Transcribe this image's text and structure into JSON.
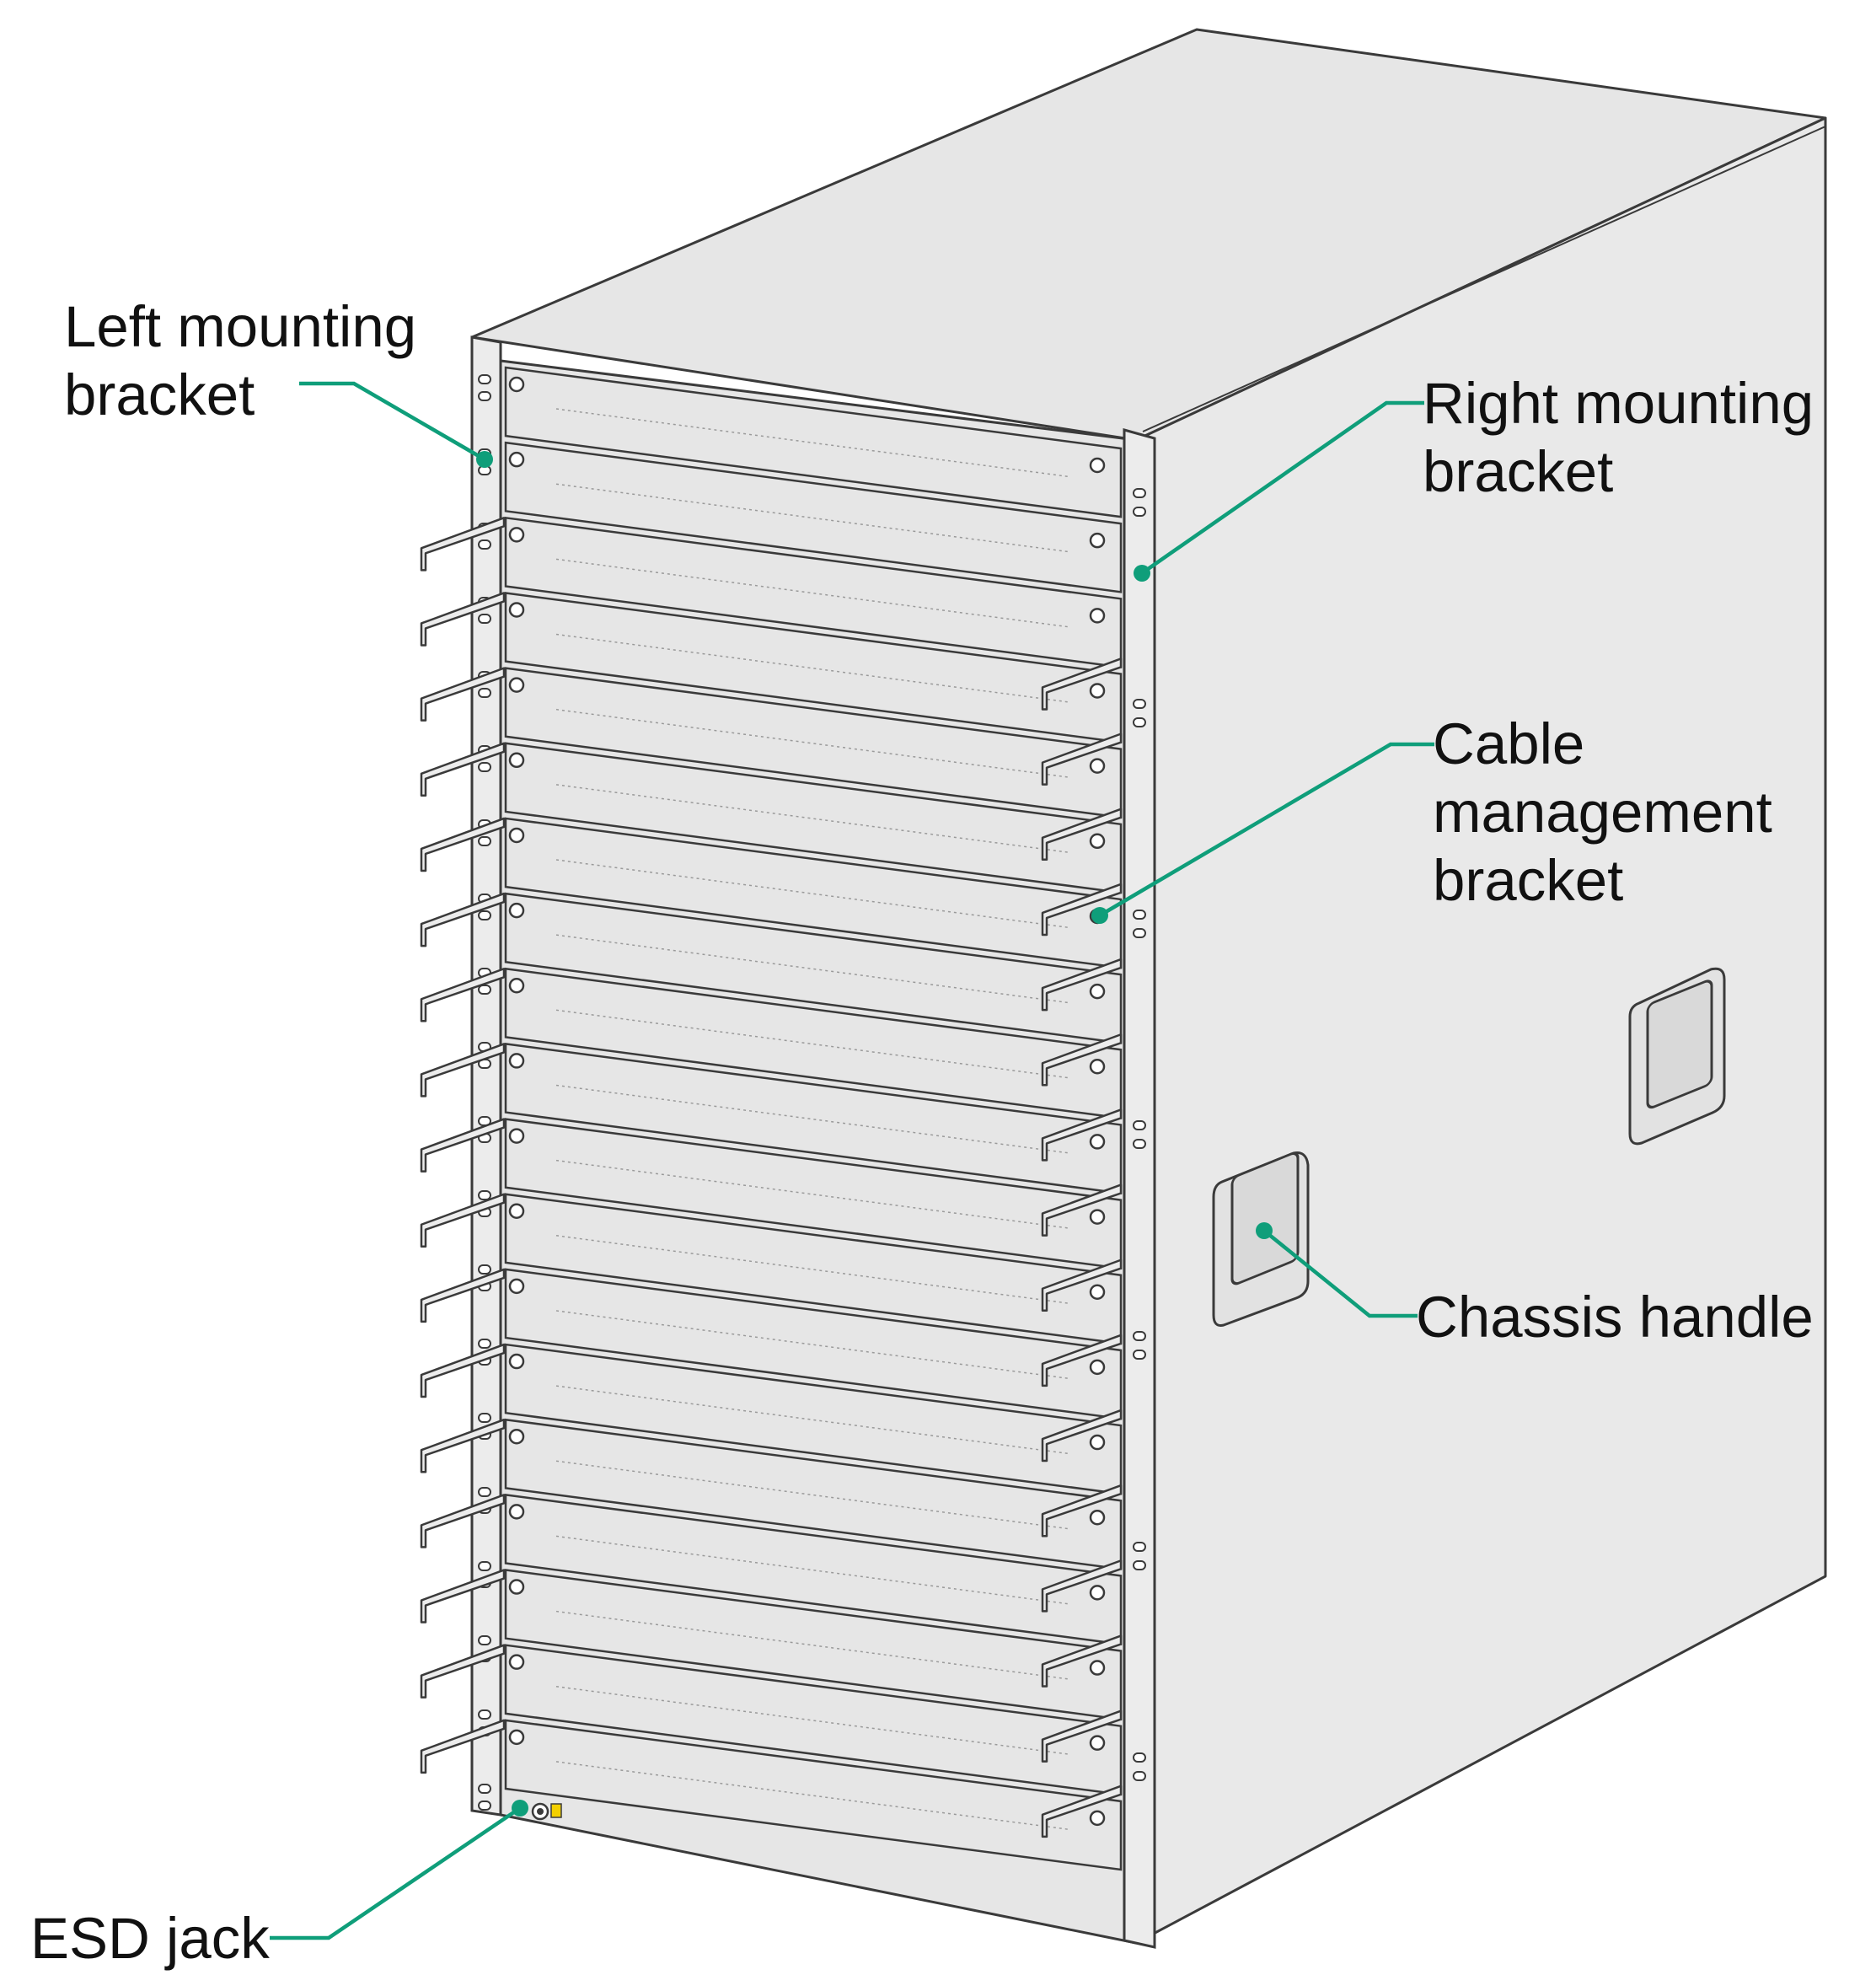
{
  "callouts": {
    "left_mounting_bracket": {
      "line1": "Left mounting",
      "line2": "bracket"
    },
    "right_mounting_bracket": {
      "line1": "Right mounting",
      "line2": "bracket"
    },
    "cable_management_bracket": {
      "line1": "Cable",
      "line2": "management",
      "line3": "bracket"
    },
    "chassis_handle": {
      "line1": "Chassis handle"
    },
    "esd_jack": {
      "line1": "ESD jack"
    }
  },
  "colors": {
    "leader_line": "#0f9e7a",
    "chassis_stroke": "#3a3a3a",
    "chassis_fill": "#e8e8e8",
    "text": "#111111"
  }
}
